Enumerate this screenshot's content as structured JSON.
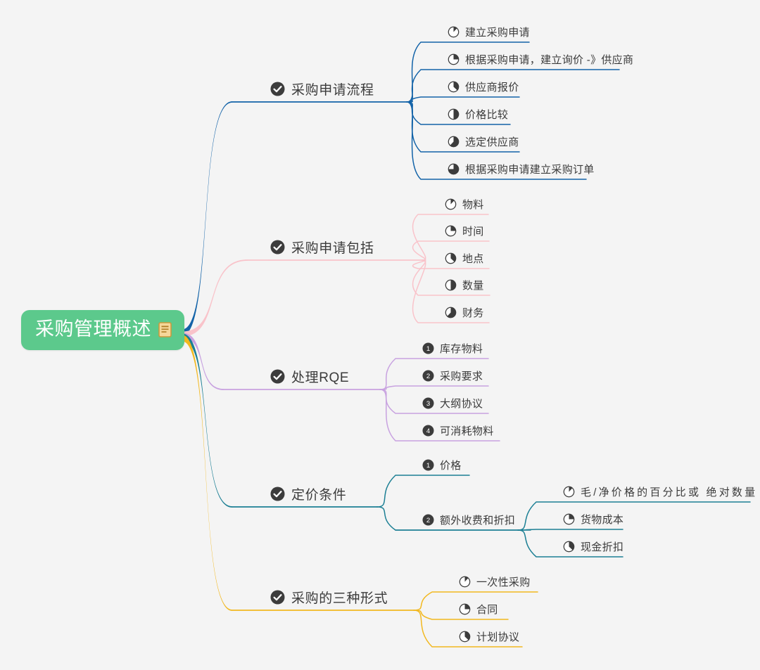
{
  "meta": {
    "background_color": "#f4f4f4",
    "root_color": "#5cc98c",
    "text_color": "#3b3b3b",
    "icon_color": "#3c3c3c"
  },
  "root": {
    "title": "采购管理概述",
    "note_icon": "note-icon"
  },
  "branches": [
    {
      "id": "purchase-request-process",
      "title": "采购申请流程",
      "color": "#1363a8",
      "icon": "check-circle-icon",
      "children": [
        {
          "label": "建立采购申请",
          "icon": "pie-icon",
          "progress": 12
        },
        {
          "label": "根据采购申请，建立询价 -》供应商",
          "icon": "pie-icon",
          "progress": 25
        },
        {
          "label": "供应商报价",
          "icon": "pie-icon",
          "progress": 37
        },
        {
          "label": "价格比较",
          "icon": "pie-icon",
          "progress": 50
        },
        {
          "label": "选定供应商",
          "icon": "pie-icon",
          "progress": 62
        },
        {
          "label": "根据采购申请建立采购订单",
          "icon": "pie-icon",
          "progress": 75
        }
      ]
    },
    {
      "id": "purchase-request-includes",
      "title": "采购申请包括",
      "color": "#f9c3ca",
      "icon": "check-circle-icon",
      "children": [
        {
          "label": "物料",
          "icon": "pie-icon",
          "progress": 12
        },
        {
          "label": "时间",
          "icon": "pie-icon",
          "progress": 25
        },
        {
          "label": "地点",
          "icon": "pie-icon",
          "progress": 37
        },
        {
          "label": "数量",
          "icon": "pie-icon",
          "progress": 50
        },
        {
          "label": "财务",
          "icon": "pie-icon",
          "progress": 62
        }
      ]
    },
    {
      "id": "handle-rqe",
      "title": "处理RQE",
      "color": "#c8a2e0",
      "icon": "check-circle-icon",
      "children": [
        {
          "label": "库存物料",
          "icon": "number-1-icon",
          "number": "1"
        },
        {
          "label": "采购要求",
          "icon": "number-2-icon",
          "number": "2"
        },
        {
          "label": "大纲协议",
          "icon": "number-3-icon",
          "number": "3"
        },
        {
          "label": "可消耗物料",
          "icon": "number-4-icon",
          "number": "4"
        }
      ]
    },
    {
      "id": "pricing-conditions",
      "title": "定价条件",
      "color": "#1c7f94",
      "icon": "check-circle-icon",
      "children": [
        {
          "label": "价格",
          "icon": "number-1-icon",
          "number": "1"
        },
        {
          "label": "额外收费和折扣",
          "icon": "number-2-icon",
          "number": "2",
          "children": [
            {
              "label": "毛/净价格的百分比或 绝对数量",
              "icon": "pie-icon",
              "progress": 12
            },
            {
              "label": "货物成本",
              "icon": "pie-icon",
              "progress": 25
            },
            {
              "label": "现金折扣",
              "icon": "pie-icon",
              "progress": 37
            }
          ]
        }
      ]
    },
    {
      "id": "three-forms-of-procurement",
      "title": "采购的三种形式",
      "color": "#f2b81f",
      "icon": "check-circle-icon",
      "children": [
        {
          "label": "一次性采购",
          "icon": "pie-icon",
          "progress": 12
        },
        {
          "label": "合同",
          "icon": "pie-icon",
          "progress": 25
        },
        {
          "label": "计划协议",
          "icon": "pie-icon",
          "progress": 37
        }
      ]
    }
  ]
}
